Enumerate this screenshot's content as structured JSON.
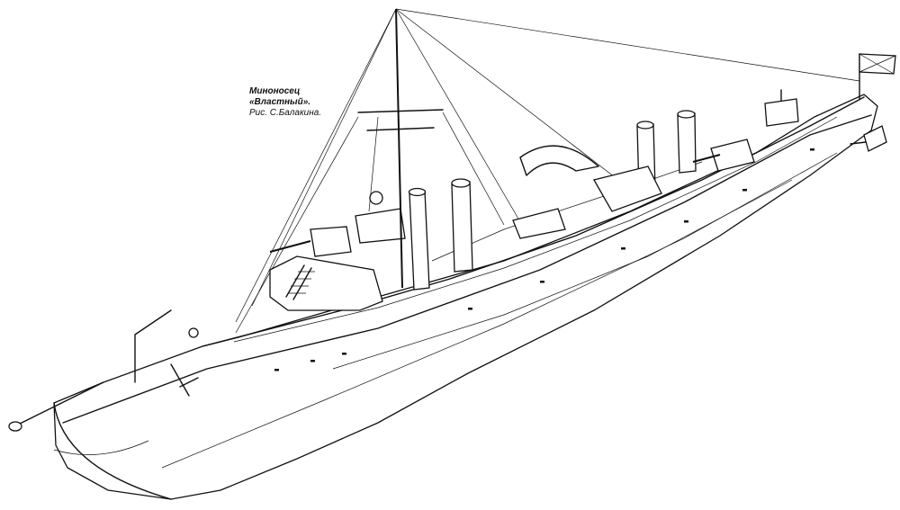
{
  "caption": {
    "title_line1": "Миноносец",
    "title_line2": "«Властный».",
    "credit": "Рис. С.Балакина."
  },
  "illustration": {
    "subject-icon": "destroyer-ship-line-drawing-icon",
    "stroke_color": "#111111",
    "background_color": "#ffffff"
  }
}
